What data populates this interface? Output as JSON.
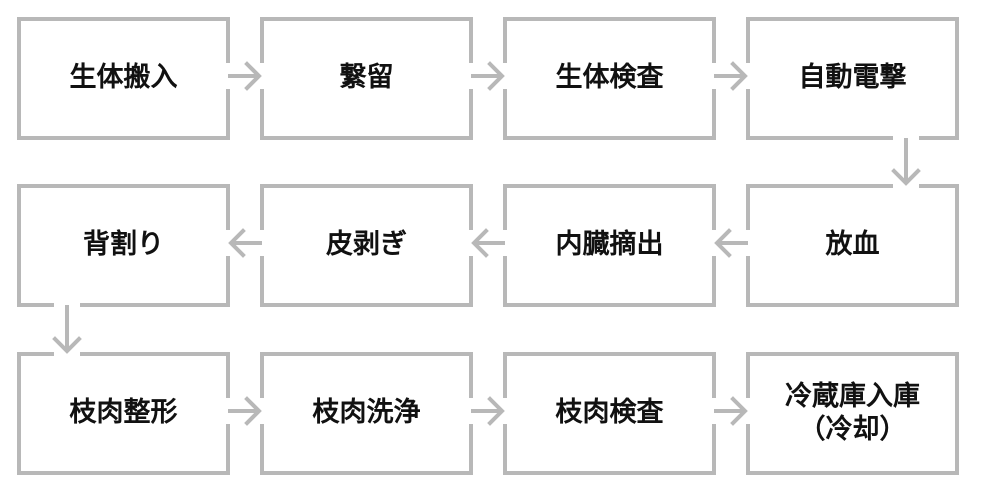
{
  "steps": [
    {
      "id": "s1",
      "label": "生体搬入"
    },
    {
      "id": "s2",
      "label": "繋留"
    },
    {
      "id": "s3",
      "label": "生体検査"
    },
    {
      "id": "s4",
      "label": "自動電撃"
    },
    {
      "id": "s5",
      "label": "放血"
    },
    {
      "id": "s6",
      "label": "内臓摘出"
    },
    {
      "id": "s7",
      "label": "皮剥ぎ"
    },
    {
      "id": "s8",
      "label": "背割り"
    },
    {
      "id": "s9",
      "label": "枝肉整形"
    },
    {
      "id": "s10",
      "label": "枝肉洗浄"
    },
    {
      "id": "s11",
      "label": "枝肉検査"
    },
    {
      "id": "s12",
      "label": "冷蔵庫入庫\n（冷却）"
    }
  ],
  "colors": {
    "border": "#b8b8b8",
    "text": "#111111",
    "background": "#ffffff"
  }
}
